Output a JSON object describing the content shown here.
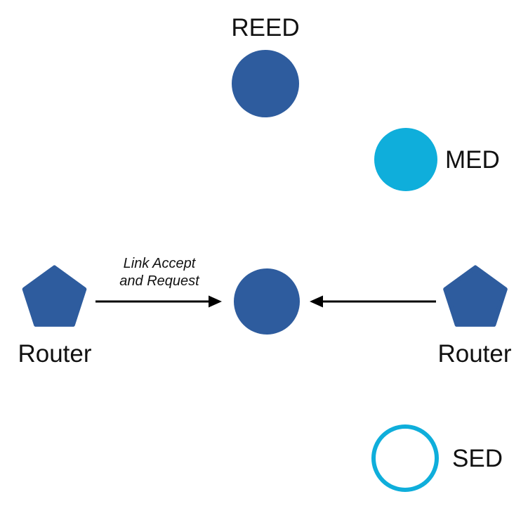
{
  "diagram": {
    "colors": {
      "node_blue": "#2E5C9E",
      "node_cyan": "#0FAEDB",
      "line_black": "#000000",
      "text_black": "#111111"
    },
    "nodes": {
      "reed": {
        "label": "REED",
        "shape": "filled-circle"
      },
      "med": {
        "label": "MED",
        "shape": "filled-circle"
      },
      "center": {
        "shape": "filled-circle"
      },
      "router_left": {
        "label": "Router",
        "shape": "pentagon"
      },
      "router_right": {
        "label": "Router",
        "shape": "pentagon"
      },
      "sed": {
        "label": "SED",
        "shape": "outlined-circle"
      }
    },
    "edges": {
      "left": {
        "label_line1": "Link Accept",
        "label_line2": "and Request"
      },
      "right": {}
    }
  }
}
